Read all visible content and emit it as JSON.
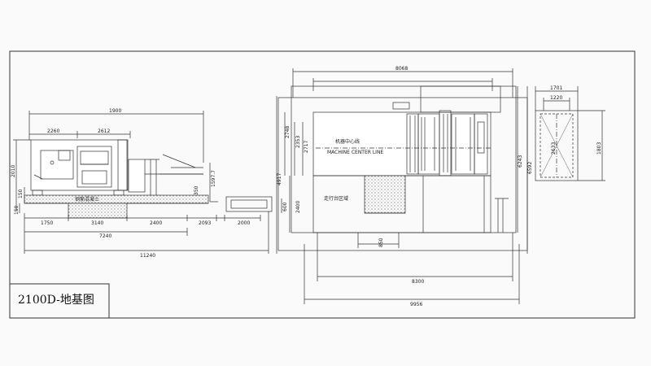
{
  "title": "2100D-地基图",
  "front_view": {
    "dims": {
      "top_width": "1900",
      "seg_a": "2260",
      "seg_b": "2612",
      "height_total": "2010",
      "height_left": "150",
      "height_base": "150",
      "right_a": "350",
      "right_b": "1597.7",
      "bottom_a": "1750",
      "bottom_b": "3140",
      "bottom_c": "2400",
      "bottom_d": "2093",
      "bottom_e": "2000",
      "bottom_f": "7240",
      "overall": "11240"
    },
    "foundation_label": "钢筋混凝土"
  },
  "plan_view": {
    "dims": {
      "top_width": "8068",
      "left_a": "2748",
      "left_b": "2353",
      "left_c": "2717",
      "left_d": "4917",
      "left_e": "2400",
      "left_f": "600",
      "right_a": "6243",
      "right_b": "6592",
      "mid_gap": "850",
      "bottom_a": "8300",
      "bottom_b": "9956"
    },
    "center_line_cn": "机器中心线",
    "center_line_en": "MACHINE CENTER LINE",
    "work_area": "走行台区域"
  },
  "side_view": {
    "dims": {
      "top_outer": "1701",
      "top_inner": "1220",
      "inner_height": "2633",
      "outer_height": "1803"
    }
  }
}
